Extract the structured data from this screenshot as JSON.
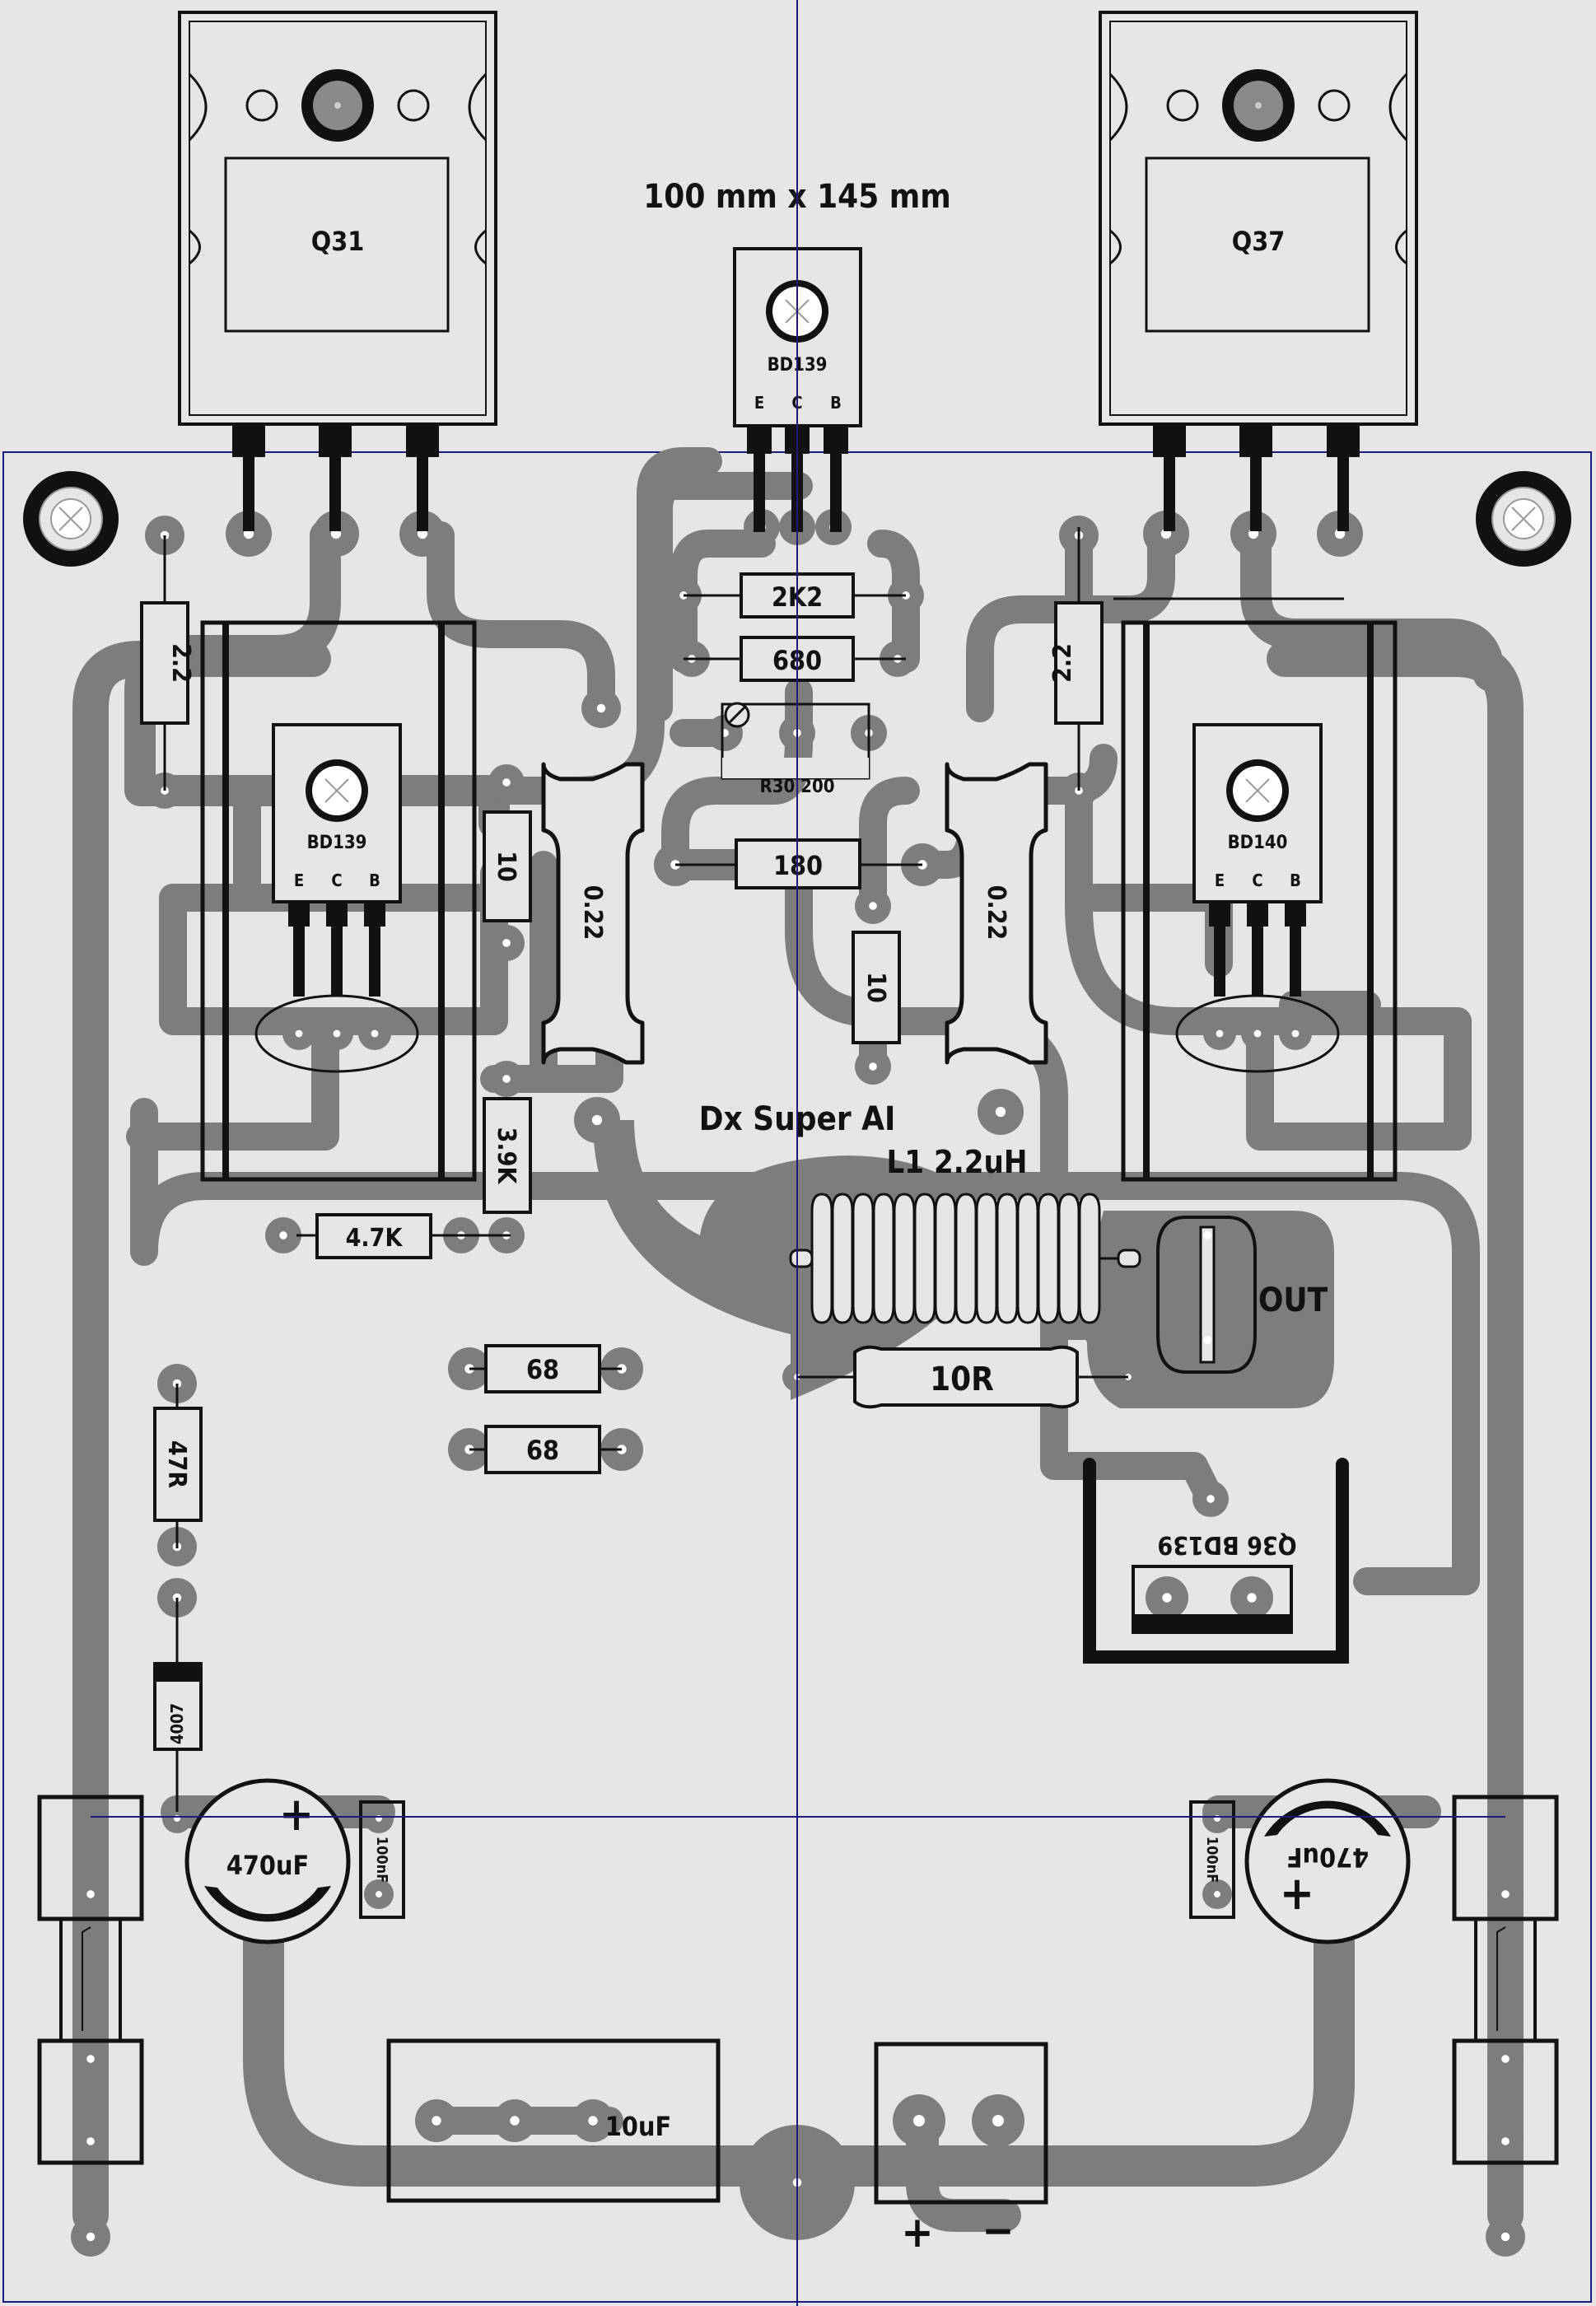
{
  "title": "100 mm x 145 mm",
  "board_name": "Dx Super AI",
  "transistors": {
    "q31": "Q31",
    "q37": "Q37",
    "bias_top": "BD139",
    "driver_left": "BD139",
    "driver_right": "BD140",
    "sensor": "Q36  BD139"
  },
  "pins": {
    "e": "E",
    "c": "C",
    "b": "B"
  },
  "resistors": {
    "r_2k2": "2K2",
    "r_680": "680",
    "trimmer": "R30 200",
    "r_180": "180",
    "r_2_2_left": "2.2",
    "r_2_2_right": "2.2",
    "r_10_left": "10",
    "r_10_right": "10",
    "r_022_left": "0.22",
    "r_022_right": "0.22",
    "r_3_9k": "3.9K",
    "r_4_7k": "4.7K",
    "r_68_a": "68",
    "r_68_b": "68",
    "r_47r": "47R",
    "r_10r": "10R"
  },
  "inductor": "L1 2.2uH",
  "output": "OUT",
  "diode": "4007",
  "capacitors": {
    "c_470_left": "470uF",
    "c_470_right": "470uF",
    "c_100n_left": "100nF",
    "c_100n_right": "100nF",
    "c_10u": "10uF"
  },
  "power": {
    "plus": "+",
    "minus": "−"
  },
  "colors": {
    "background": "#e6e6e6",
    "copper": "#7d7d7d",
    "silkscreen": "#111111",
    "guide_lines": "#1a1a80",
    "drill": "#ffffff"
  }
}
